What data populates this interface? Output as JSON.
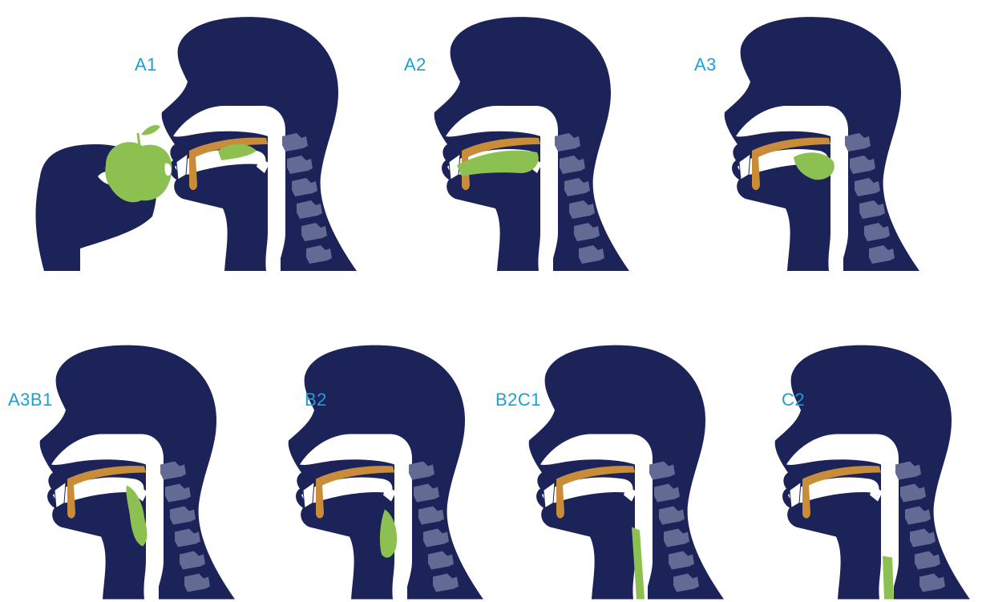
{
  "colors": {
    "head": "#1c2359",
    "cavity": "#ffffff",
    "spine": "#636a94",
    "bone": "#c98d3a",
    "food": "#8cc152",
    "label": "#1f9fd1"
  },
  "panels": [
    {
      "label": "A1",
      "food_stage": "apple-bite"
    },
    {
      "label": "A2",
      "food_stage": "on-tongue"
    },
    {
      "label": "A3",
      "food_stage": "bolus-back-of-mouth"
    },
    {
      "label": "A3B1",
      "food_stage": "entering-pharynx"
    },
    {
      "label": "B2",
      "food_stage": "in-pharynx"
    },
    {
      "label": "B2C1",
      "food_stage": "entering-esophagus"
    },
    {
      "label": "C2",
      "food_stage": "in-esophagus"
    }
  ]
}
